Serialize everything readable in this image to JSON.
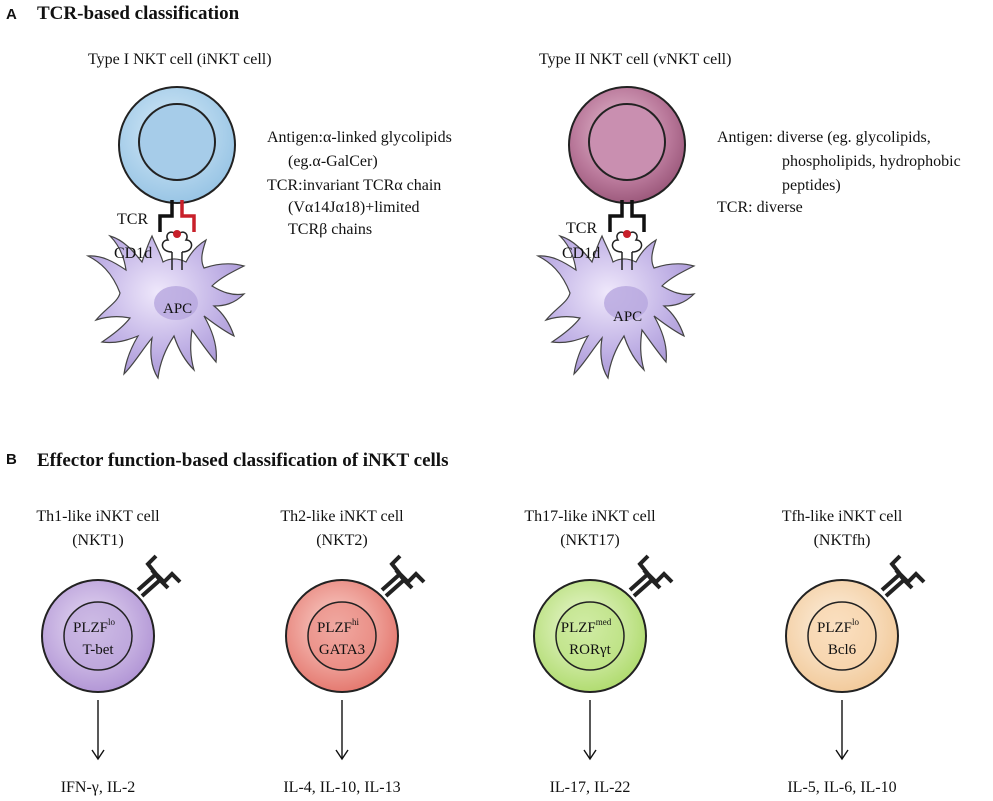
{
  "panel_a": {
    "letter": "A",
    "title": "TCR-based classification",
    "type1": {
      "title": "Type I NKT cell (iNKT cell)",
      "tcr_label": "TCR",
      "cd1d_label": "CD1d",
      "apc_label": "APC",
      "desc": [
        "Antigen:α-linked glycolipids",
        "(eg.α-GalCer)",
        "TCR:invariant TCRα chain",
        "(Vα14Jα18)+limited",
        "TCRβ chains"
      ]
    },
    "type2": {
      "title": "Type II NKT cell (vNKT cell)",
      "tcr_label": "TCR",
      "cd1d_label": "CD1d",
      "apc_label": "APC",
      "desc": [
        "Antigen: diverse (eg. glycolipids,",
        "phospholipids, hydrophobic",
        "peptides)",
        "TCR: diverse"
      ]
    }
  },
  "panel_b": {
    "letter": "B",
    "title": "Effector function-based classification of iNKT cells",
    "cells": [
      {
        "title1": "Th1-like iNKT cell",
        "title2": "(NKT1)",
        "tf_base": "PLZF",
        "tf_sup": "lo",
        "tf2": "T-bet",
        "cytokines": "IFN-γ, IL-2",
        "fill": "#b8a0d8",
        "ring": "#a586c9"
      },
      {
        "title1": "Th2-like iNKT cell",
        "title2": "(NKT2)",
        "tf_base": "PLZF",
        "tf_sup": "hi",
        "tf2": "GATA3",
        "cytokines": "IL-4, IL-10, IL-13",
        "fill": "#e8837a",
        "ring": "#db6a62"
      },
      {
        "title1": "Th17-like iNKT cell",
        "title2": "(NKT17)",
        "tf_base": "PLZF",
        "tf_sup": "med",
        "tf2": "RORγt",
        "cytokines": "IL-17, IL-22",
        "fill": "#b8e07a",
        "ring": "#a2cf60"
      },
      {
        "title1": "Tfh-like iNKT cell",
        "title2": "(NKTfh)",
        "tf_base": "PLZF",
        "tf_sup": "lo",
        "tf2": "Bcl6",
        "cytokines": "IL-5, IL-6, IL-10",
        "fill": "#f7d2a6",
        "ring": "#eebd88"
      }
    ]
  },
  "colors": {
    "type1_cell": "#a9cde8",
    "type2_cell": "#a75d82",
    "apc": "#a48fd0",
    "tcr_alpha_red": "#c8202a",
    "tcr_black": "#111111"
  }
}
